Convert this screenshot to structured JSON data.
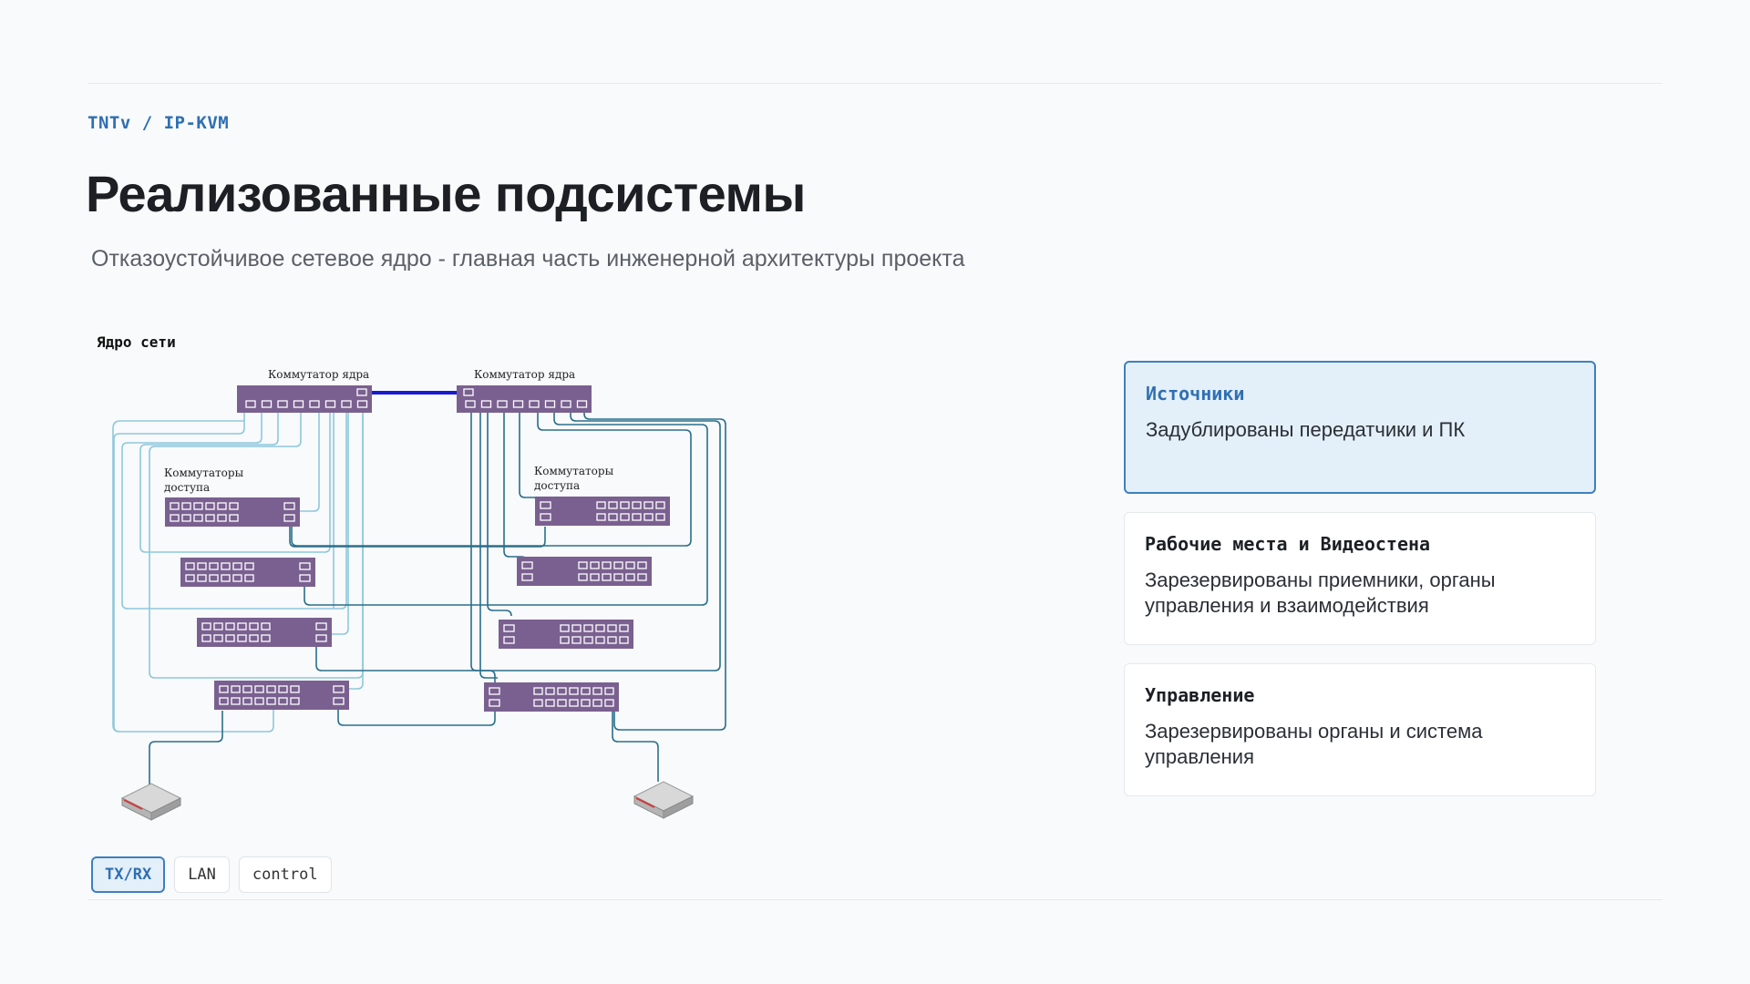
{
  "breadcrumb": "TNTv / IP-KVM",
  "title": "Реализованные подсистемы",
  "subtitle": "Отказоустойчивое сетевое ядро - главная часть инженерной архитектуры проекта",
  "diagram": {
    "label": "Ядро сети",
    "core_switch_label": "Коммутатор ядра",
    "access_switch_label_line1": "Коммутаторы",
    "access_switch_label_line2": "доступа",
    "colors": {
      "switch": "#7a6090",
      "port": "#ffffff",
      "link_dark": "#2a6f8c",
      "link_light": "#8fc8dc",
      "uplink": "#1a1ad0"
    }
  },
  "cards": [
    {
      "title": "Источники",
      "text": "Задублированы передатчики и ПК",
      "active": true
    },
    {
      "title": "Рабочие места и Видеостена",
      "text": "Зарезервированы приемники, органы управления и взаимодействия",
      "active": false
    },
    {
      "title": "Управление",
      "text": "Зарезервированы органы и система управления",
      "active": false
    }
  ],
  "tabs": [
    {
      "label": "TX/RX",
      "active": true
    },
    {
      "label": "LAN",
      "active": false
    },
    {
      "label": "control",
      "active": false
    }
  ]
}
